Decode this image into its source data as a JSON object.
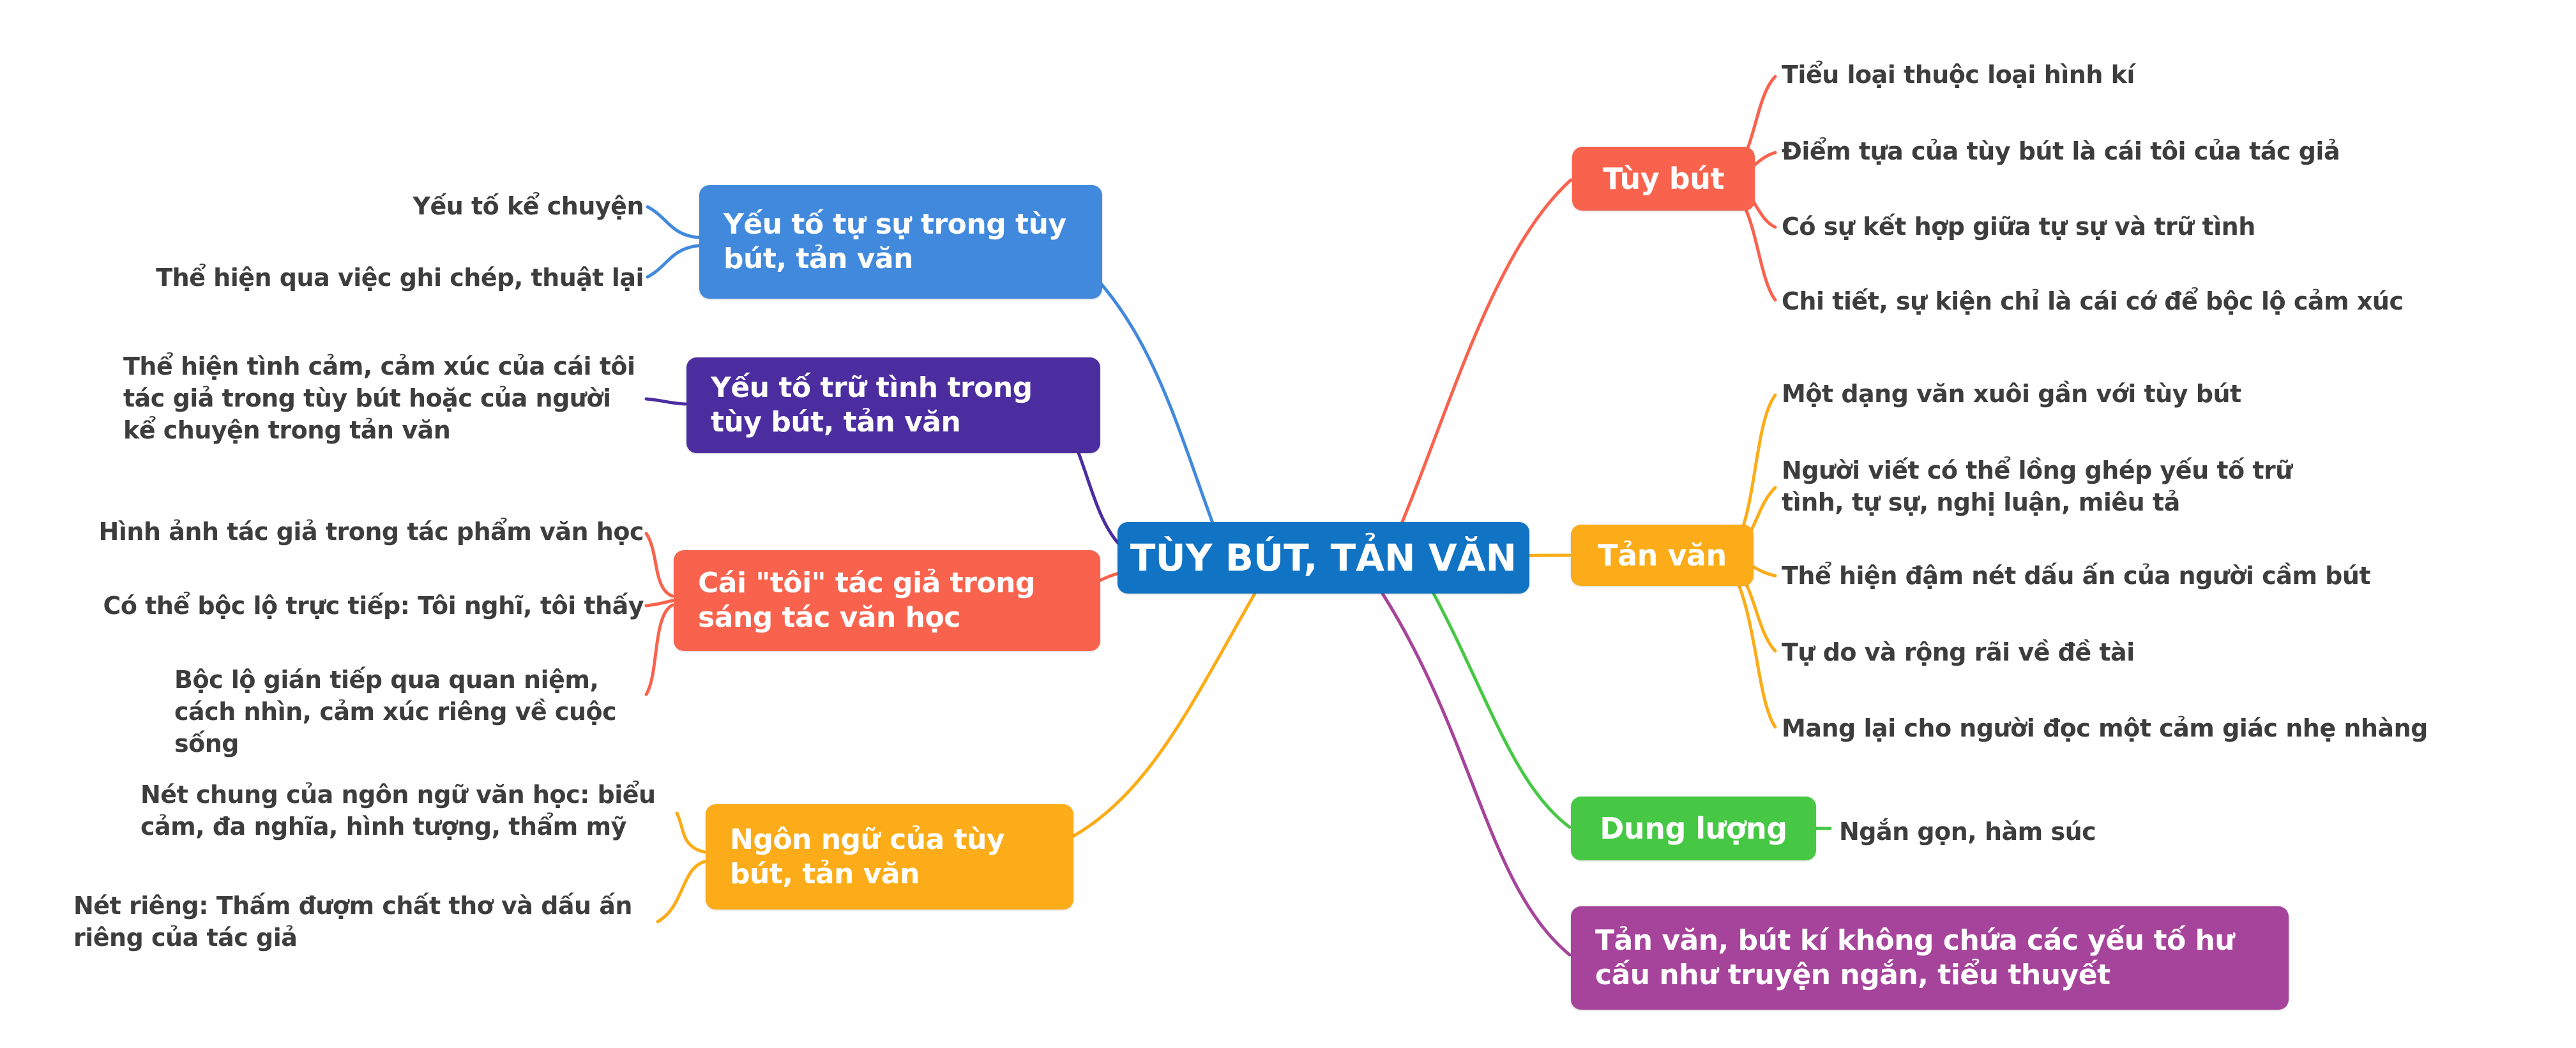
{
  "canvas": {
    "background": "#ffffff"
  },
  "root": {
    "label": "TÙY BÚT, TẢN VĂN",
    "color": "#1173c4"
  },
  "branches": [
    {
      "id": "tu-su",
      "label": "Yếu tố tự sự trong tùy bút, tản văn",
      "color": "#4189dc",
      "children": [
        {
          "label": "Yếu tố kể chuyện"
        },
        {
          "label": "Thể hiện qua việc ghi chép, thuật lại"
        }
      ]
    },
    {
      "id": "tru-tinh",
      "label": "Yếu tố trữ tình trong tùy bút, tản văn",
      "color": "#4b2da0",
      "children": [
        {
          "label": "Thể hiện tình cảm, cảm xúc của cái tôi tác giả trong tùy bút hoặc của người kể chuyện trong tản văn"
        }
      ]
    },
    {
      "id": "cai-toi",
      "label": "Cái \"tôi\" tác giả trong sáng tác văn học",
      "color": "#f9634e",
      "children": [
        {
          "label": "Hình ảnh tác giả trong tác phẩm văn học"
        },
        {
          "label": "Có thể bộc lộ trực tiếp: Tôi nghĩ, tôi thấy"
        },
        {
          "label": "Bộc lộ gián tiếp qua quan niệm, cách nhìn, cảm xúc riêng về cuộc sống"
        }
      ]
    },
    {
      "id": "ngon-ngu",
      "label": "Ngôn ngữ của tùy bút, tản văn",
      "color": "#fbac18",
      "children": [
        {
          "label": "Nét chung của ngôn ngữ văn học: biểu cảm, đa nghĩa, hình tượng, thẩm mỹ"
        },
        {
          "label": "Nét riêng: Thấm đượm chất thơ và dấu ấn riêng của tác giả"
        }
      ]
    },
    {
      "id": "tuy-but",
      "label": "Tùy bút",
      "color": "#f9634e",
      "children": [
        {
          "label": "Tiểu loại thuộc loại hình kí"
        },
        {
          "label": "Điểm tựa của tùy bút là cái tôi của tác giả"
        },
        {
          "label": "Có sự kết hợp giữa tự sự và trữ tình"
        },
        {
          "label": "Chi tiết, sự kiện chỉ là cái cớ để bộc lộ cảm xúc"
        }
      ]
    },
    {
      "id": "tan-van",
      "label": "Tản văn",
      "color": "#fbac18",
      "children": [
        {
          "label": "Một dạng văn xuôi gần với tùy bút"
        },
        {
          "label": "Người viết có thể lồng ghép yếu tố trữ tình, tự sự, nghị luận, miêu tả"
        },
        {
          "label": "Thể hiện đậm nét dấu ấn của người cầm bút"
        },
        {
          "label": "Tự do và rộng rãi về đề tài"
        },
        {
          "label": "Mang lại cho người đọc một cảm giác nhẹ nhàng"
        }
      ]
    },
    {
      "id": "dung-luong",
      "label": "Dung lượng",
      "color": "#46c845",
      "children": [
        {
          "label": "Ngắn gọn, hàm súc"
        }
      ]
    },
    {
      "id": "hu-cau",
      "label": "Tản văn, bút kí không chứa các yếu tố hư cấu như truyện ngắn, tiểu thuyết",
      "color": "#a6439a",
      "children": []
    }
  ]
}
